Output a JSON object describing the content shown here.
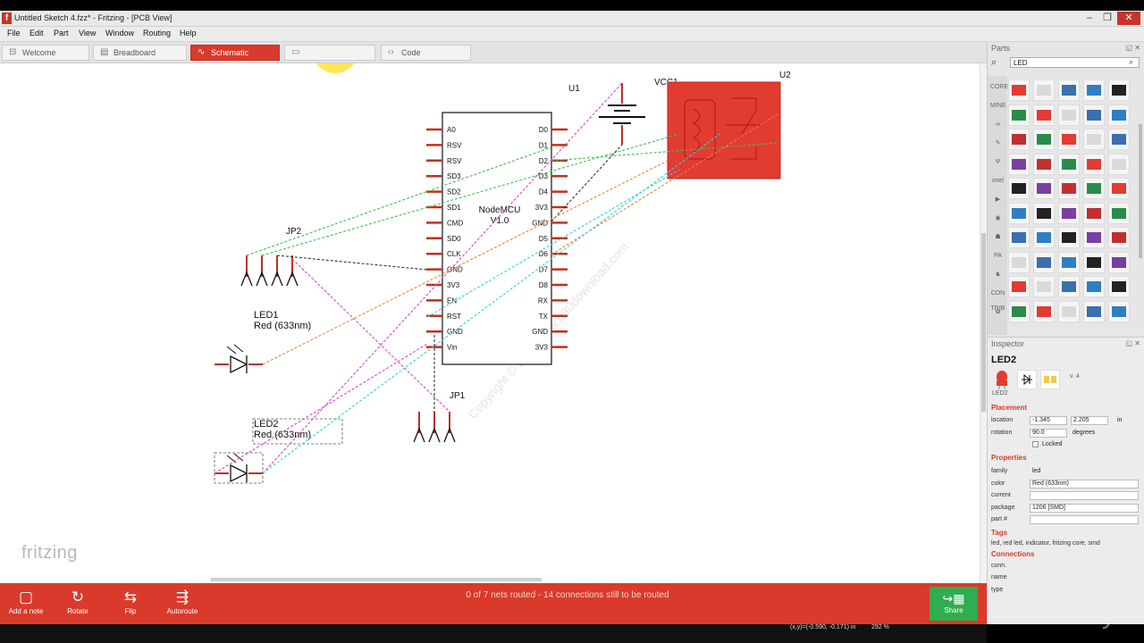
{
  "window": {
    "title": "Untitled Sketch 4.fzz* - Fritzing - [PCB View]",
    "app_icon": "f",
    "controls": [
      "–",
      "❐",
      "✕"
    ]
  },
  "menu": [
    "File",
    "Edit",
    "Part",
    "View",
    "Window",
    "Routing",
    "Help"
  ],
  "tabs": [
    {
      "label": "Welcome",
      "icon": "welcome-icon"
    },
    {
      "label": "Breadboard",
      "icon": "breadboard-icon"
    },
    {
      "label": "Schematic",
      "icon": "schematic-icon",
      "active": true
    },
    {
      "label": "",
      "icon": "pcb-icon"
    },
    {
      "label": "Code",
      "icon": "code-icon"
    }
  ],
  "schematic": {
    "u1_label": "U1",
    "vcc1_label": "VCC1",
    "u2_label": "U2",
    "mcu_name": "NodeMCU",
    "mcu_version": "V1.0",
    "left_pins": [
      "A0",
      "RSV",
      "RSV",
      "SD3",
      "SD2",
      "SD1",
      "CMD",
      "SD0",
      "CLK",
      "GND",
      "3V3",
      "EN",
      "RST",
      "GND",
      "Vin"
    ],
    "right_pins": [
      "D0",
      "D1",
      "D2",
      "D3",
      "D4",
      "3V3",
      "GND",
      "D5",
      "D6",
      "D7",
      "D8",
      "RX",
      "TX",
      "GND",
      "3V3"
    ],
    "jp2_label": "JP2",
    "jp1_label": "JP1",
    "led1_name": "LED1",
    "led1_desc": "Red (633nm)",
    "led2_name": "LED2",
    "led2_desc": "Red (633nm)",
    "copyright_watermark": "Copyright © 2016 www.p30download.com",
    "brand_watermark": "fritzing"
  },
  "bottom_bar": {
    "buttons": [
      {
        "label": "Add a note",
        "icon": "note-icon"
      },
      {
        "label": "Rotate",
        "icon": "rotate-icon"
      },
      {
        "label": "Flip",
        "icon": "flip-icon"
      },
      {
        "label": "Autoroute",
        "icon": "autoroute-icon"
      }
    ],
    "routing_status": "0 of 7 nets routed - 14 connections still to be routed",
    "share_label": "Share"
  },
  "status": {
    "coordinates": "(x,y)=(-0.590, -0.171) in",
    "zoom": "292 %"
  },
  "overlay_watermark": "udemy",
  "parts_panel": {
    "title": "Parts",
    "search_value": "LED",
    "bins": [
      "CORE",
      "MINE",
      "∞",
      "✎",
      "Ψ",
      "intel",
      "▶",
      "◉",
      "☗",
      "PA",
      "♞",
      "CON TRIB",
      "✿"
    ]
  },
  "inspector": {
    "title": "Inspector",
    "part_name": "LED2",
    "version": "v. 4",
    "sub_label": "LED2",
    "placement_header": "Placement",
    "location_label": "location",
    "location_x": "-1.345",
    "location_y": "2.205",
    "location_unit": "in",
    "rotation_label": "rotation",
    "rotation_value": "90.0",
    "rotation_unit": "degrees",
    "locked_label": "Locked",
    "properties_header": "Properties",
    "family_label": "family",
    "family_value": "led",
    "color_label": "color",
    "color_value": "Red (633nm)",
    "current_label": "current",
    "current_value": "",
    "package_label": "package",
    "package_value": "1206 [SMD]",
    "partnum_label": "part #",
    "partnum_value": "",
    "tags_header": "Tags",
    "tags_value": "led, red led, indicator, fritzing core, smd",
    "connections_header": "Connections",
    "conn_label": "conn.",
    "name_label": "name",
    "type_label": "type"
  },
  "colors": {
    "accent_red": "#d93a2b",
    "share_green": "#2eae4e",
    "ratsnest_green": "#3cc24a",
    "ratsnest_orange": "#e8832a",
    "ratsnest_magenta": "#d845d0",
    "ratsnest_cyan": "#33d3d3"
  }
}
